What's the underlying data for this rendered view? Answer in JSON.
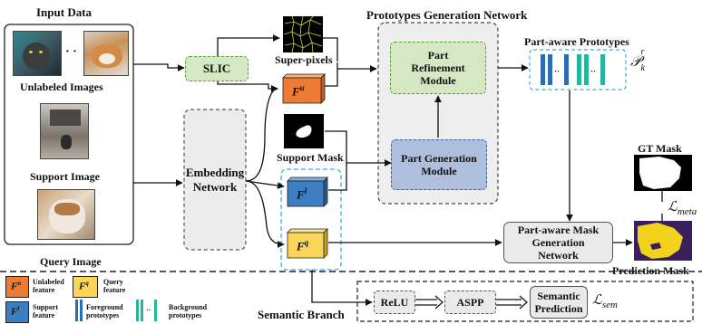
{
  "input_panel": {
    "title": "Input Data",
    "unlabeled_label": "Unlabeled Images",
    "ellipsis": "· ·",
    "support_label": "Support Image",
    "query_label": "Query Image"
  },
  "slic": {
    "label": "SLIC"
  },
  "superpixels": {
    "label": "Super-pixels"
  },
  "embedding": {
    "label": "Embedding Network"
  },
  "support_mask": {
    "label": "Support Mask"
  },
  "features": {
    "fu": "F",
    "fu_sup": "u",
    "fl": "F",
    "fl_sup": "l",
    "fq": "F",
    "fq_sup": "q"
  },
  "prototypes_network": {
    "title": "Prototypes Generation Network",
    "refinement": "Part Refinement Module",
    "generation": "Part Generation Module"
  },
  "part_aware": {
    "title": "Part-aware Prototypes",
    "ellipsis": "··",
    "symbol": "𝒫",
    "symbol_sub": "k",
    "symbol_sup": "r"
  },
  "gt_mask": {
    "label": "GT Mask"
  },
  "meta_loss": {
    "symbol": "ℒ",
    "sub": "meta"
  },
  "mask_gen": {
    "label": "Part-aware Mask Generation Network"
  },
  "prediction_mask": {
    "label": "Prediction Mask"
  },
  "semantic_branch": {
    "title": "Semantic Branch",
    "relu": "ReLU",
    "aspp": "ASPP",
    "semantic_prediction": "Semantic Prediction",
    "loss_symbol": "ℒ",
    "loss_sub": "sem"
  },
  "legend": {
    "unlabeled_feature": "Unlabeled feature",
    "query_feature": "Query feature",
    "support_feature": "Support feature",
    "foreground_prototypes": "Foreground prototypes",
    "background_prototypes": "Background prototypes",
    "dots": "··"
  },
  "colors": {
    "slic_fill": "#d5e8c4",
    "slic_border": "#5a9a3a",
    "fu_fill": "#ee7b33",
    "fl_fill": "#3c7ec1",
    "fq_fill": "#fbd45a",
    "refine_fill": "#d5e8c4",
    "gen_fill": "#aebfdd",
    "proto_blue": "#2a6db0",
    "proto_teal": "#27b59c",
    "dashed_blue": "#3fa9e0"
  }
}
